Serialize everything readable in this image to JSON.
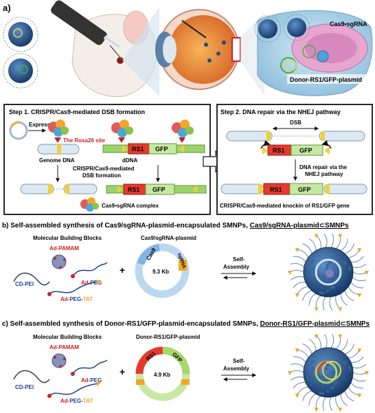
{
  "panel_a": {
    "label": "a)",
    "cas9_sgrna_label": "Cas9•sgRNA",
    "donor_label": "Donor-RS1/GFP-plasmid",
    "step1": {
      "title": "Step 1. CRISPR/Cas9-mediated DSB formation",
      "express": "Express",
      "rosa26": "The Rosa26 site",
      "genome_dna": "Genome DNA",
      "ddna": "dDNA",
      "rs1": "RS1",
      "gfp": "GFP",
      "dsb_formation_line1": "CRISPR/Cas9-mediated",
      "dsb_formation_line2": "DSB formation",
      "complex": "Cas9•sgRNA complex"
    },
    "step2": {
      "title": "Step 2. DNA repair via the NHEJ pathway",
      "dsb": "DSB",
      "rs1": "RS1",
      "gfp": "GFP",
      "repair_line1": "DNA repair via the",
      "repair_line2": "NHEJ pathway",
      "knockin": "CRISPR/Cas9-mediated knockin of RS1/GFP gene"
    }
  },
  "panel_b": {
    "title_prefix": "b) Self-assembled synthesis of Cas9/sgRNA-plasmid-encapsulated SMNPs, ",
    "title_underlined": "Cas9/sgRNA-plasmid⊂SMNPs",
    "building_blocks": "Molecular Building Blocks",
    "pamam": "Ad-PAMAM",
    "cdpei": "CD-PEI",
    "peg_ad": "Ad-",
    "peg": "PEG",
    "pegtat_ad": "Ad-",
    "pegtat_peg": "PEG-",
    "pegtat_tat": "TAT",
    "plus": "+",
    "plasmid_title": "Cas9/sgRNA-plasmid",
    "cas9": "Cas9",
    "sgrna": "sgRNA",
    "size": "9.3 Kb",
    "self_line1": "Self-",
    "self_line2": "Assembly"
  },
  "panel_c": {
    "title_prefix": "c) Self-assembled synthesis of Donor-RS1/GFP-plasmid-encapsulated SMNPs, ",
    "title_underlined": "Donor-RS1/GFP-plasmid⊂SMNPs",
    "building_blocks": "Molecular Building Blocks",
    "pamam": "Ad-PAMAM",
    "cdpei": "CD-PEI",
    "peg_ad": "Ad-",
    "peg": "PEG",
    "pegtat_ad": "Ad-",
    "pegtat_peg": "PEG-",
    "pegtat_tat": "TAT",
    "plus": "+",
    "plasmid_title": "Donor-RS1/GFP-plasmid",
    "rs1": "RS1",
    "gfp": "GFP",
    "size": "4.9 Kb",
    "self_line1": "Self-",
    "self_line2": "Assembly"
  },
  "colors": {
    "red_label": "#d02020",
    "blue_label": "#1f3f8f",
    "rs1_red": "#e43a2e",
    "gfp_green": "#a6d86a",
    "np_blue": "#234e86",
    "orange": "#f2a623"
  }
}
